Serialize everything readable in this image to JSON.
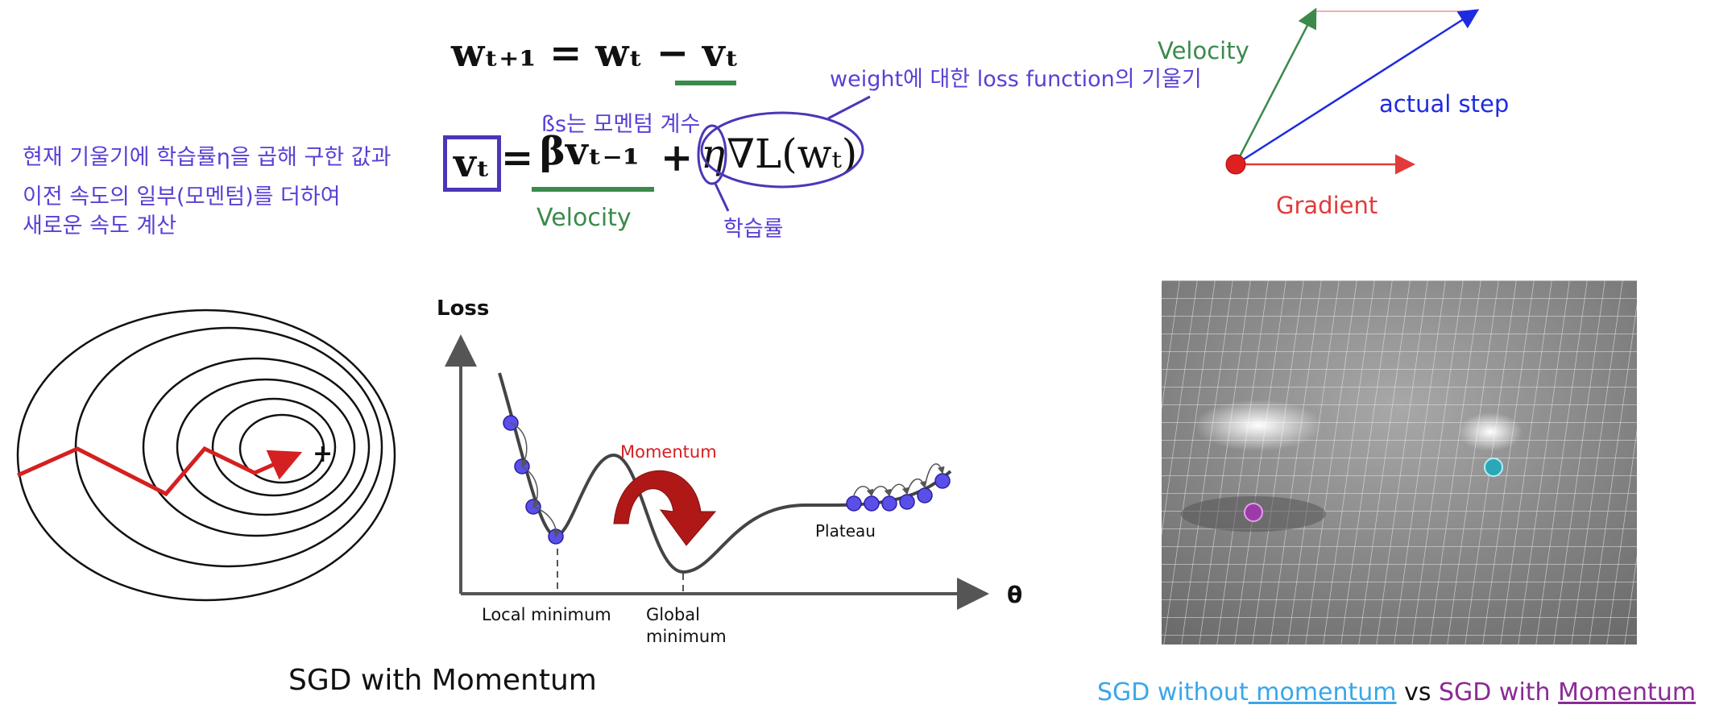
{
  "equations": {
    "update": "wₜ₊₁ = wₜ − vₜ",
    "velocity_lhs": "vₜ",
    "velocity_eq": "=",
    "velocity_momentum_term": "βvₜ₋₁",
    "velocity_plus": "+",
    "velocity_eta": "η",
    "velocity_grad": "∇L(wₜ)"
  },
  "annotations": {
    "beta_note": "ßs는 모멘텀 계수",
    "grad_note": "weight에 대한 loss function의 기울기",
    "left_line1": "현재 기울기에 학습률η을 곱해 구한 값과",
    "left_line2": "이전 속도의 일부(모멘텀)를 더하여",
    "left_line3": "새로운 속도 계산",
    "velocity_label": "Velocity",
    "lr_label": "학습률"
  },
  "vector_diagram": {
    "velocity": "Velocity",
    "actual_step": "actual step",
    "gradient": "Gradient"
  },
  "loss_curve": {
    "y_axis": "Loss",
    "x_axis": "θ",
    "momentum": "Momentum",
    "plateau": "Plateau",
    "local_min": "Local minimum",
    "global_min_1": "Global",
    "global_min_2": "minimum"
  },
  "captions": {
    "left": "SGD with Momentum",
    "right_part1": "SGD without",
    "right_part2": " momentum",
    "right_part3": " vs ",
    "right_part4": "SGD with ",
    "right_part5": "Momentum"
  },
  "colors": {
    "purple": "#5b3fd6",
    "green": "#3b8a4b",
    "red": "#e23a3a",
    "blue": "#1f2be0",
    "cyan": "#3aa6e8",
    "magenta": "#8b2a96"
  }
}
